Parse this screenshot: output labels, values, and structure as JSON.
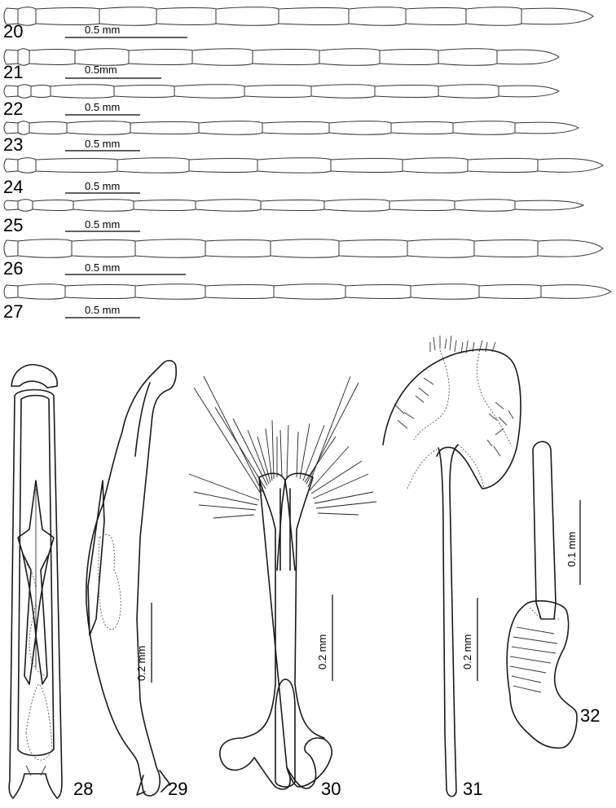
{
  "antennae": [
    {
      "number": "20",
      "scale": "0.5 mm"
    },
    {
      "number": "21",
      "scale": "0.5mm"
    },
    {
      "number": "22",
      "scale": "0.5 mm"
    },
    {
      "number": "23",
      "scale": "0.5 mm"
    },
    {
      "number": "24",
      "scale": "0.5 mm"
    },
    {
      "number": "25",
      "scale": "0.5 mm"
    },
    {
      "number": "26",
      "scale": "0.5 mm"
    },
    {
      "number": "27",
      "scale": "0.5 mm"
    }
  ],
  "genitalia": {
    "fig28": {
      "number": "28"
    },
    "fig29": {
      "number": "29",
      "scale": "0.2 mm"
    },
    "fig30": {
      "number": "30",
      "scale": "0.2 mm"
    },
    "fig31": {
      "number": "31",
      "scale": "0.2 mm"
    },
    "fig32": {
      "number": "32",
      "scale": "0.1 mm"
    }
  }
}
